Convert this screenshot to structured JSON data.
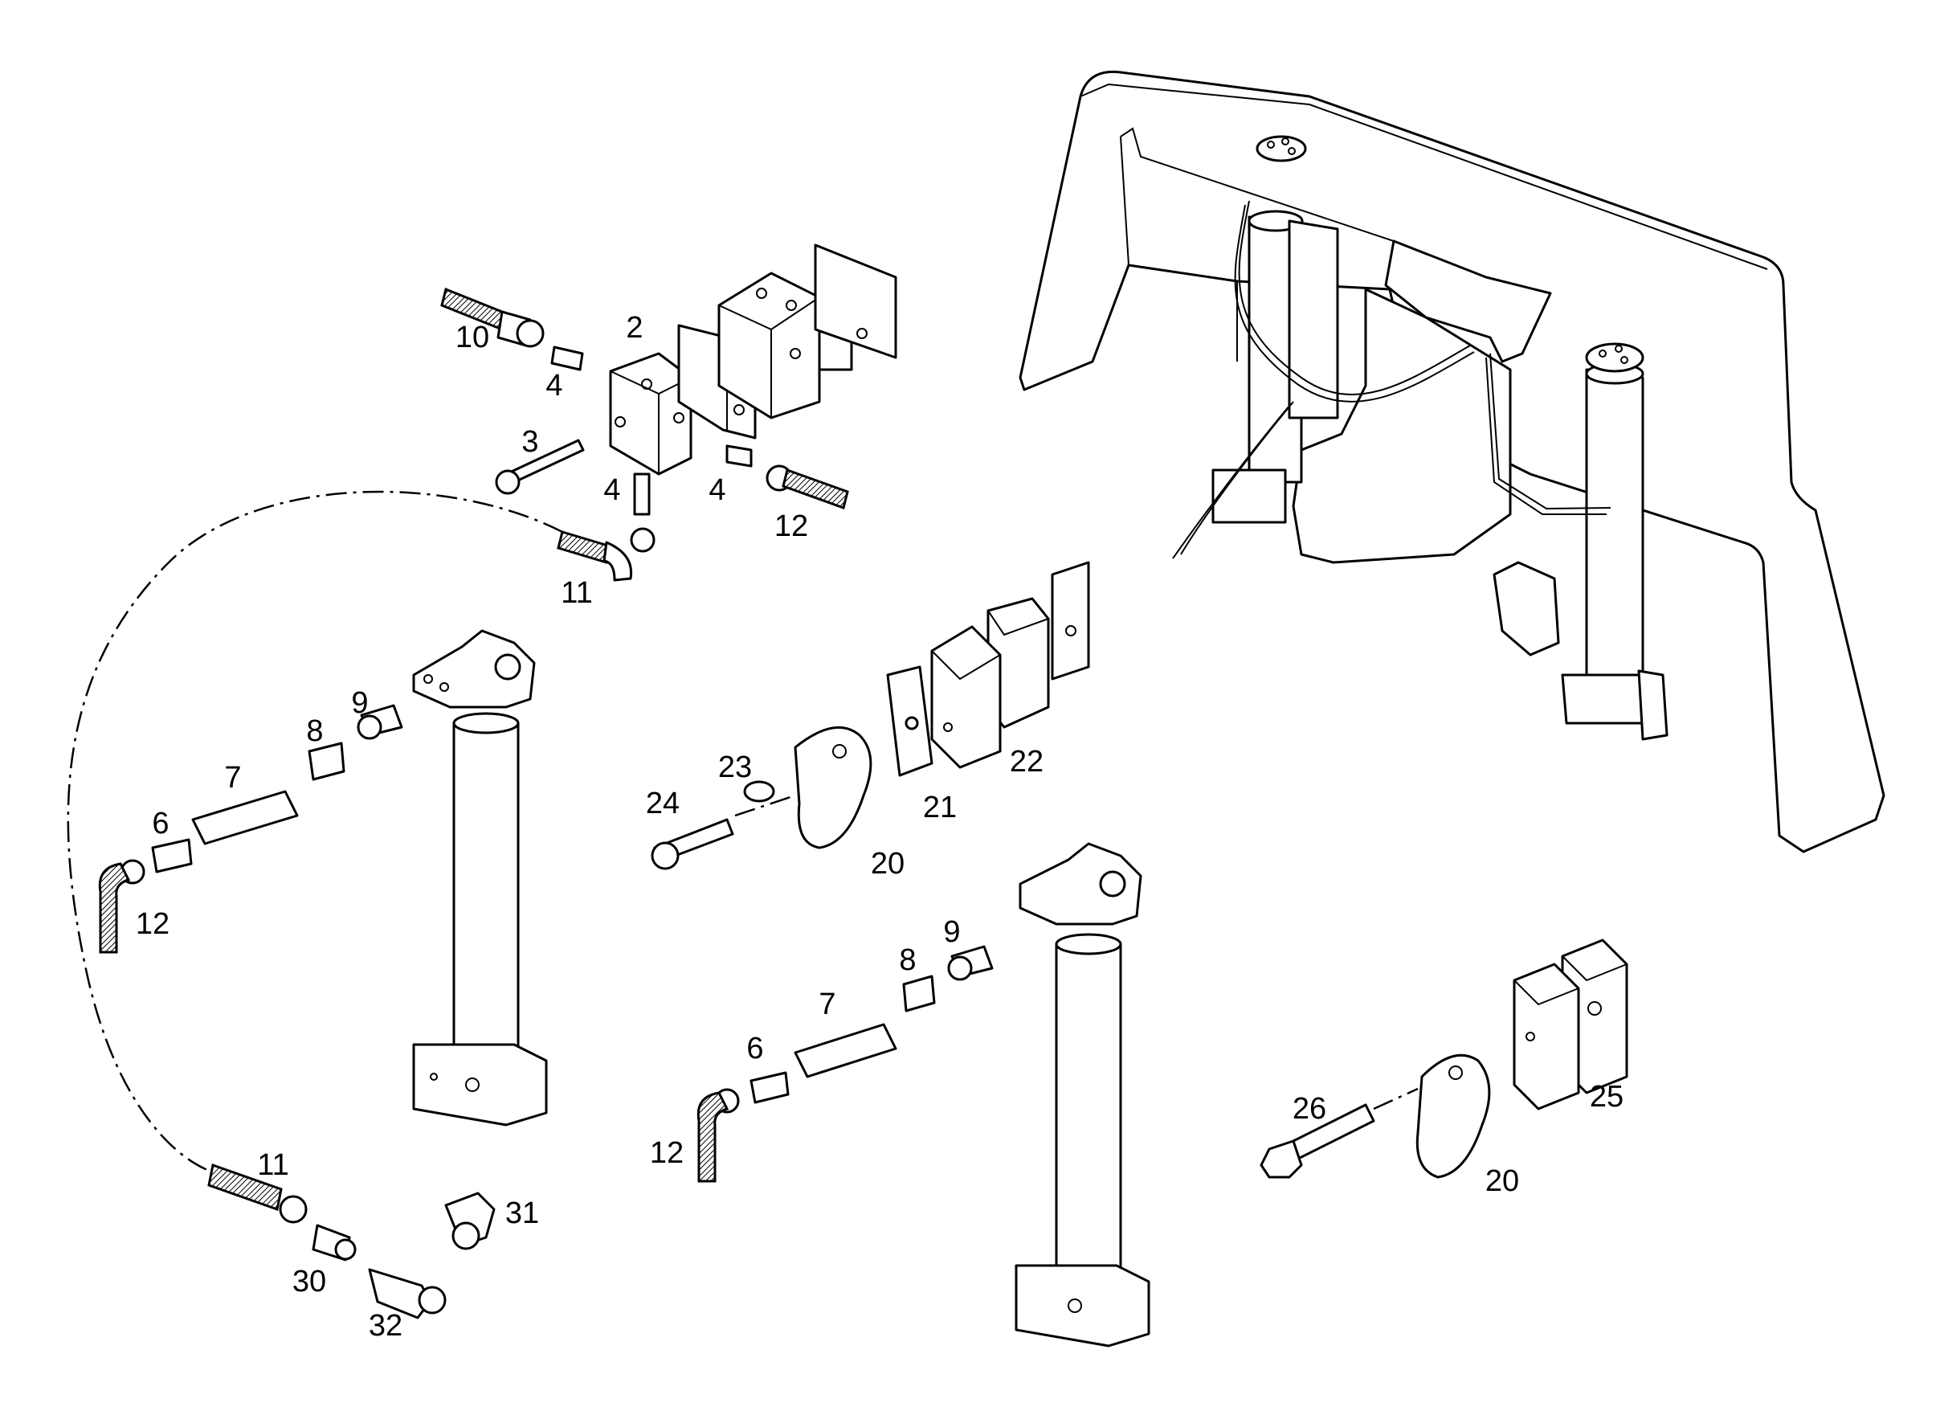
{
  "diagram": {
    "callouts": [
      {
        "id": "c2",
        "label": "2"
      },
      {
        "id": "c3",
        "label": "3"
      },
      {
        "id": "c4a",
        "label": "4"
      },
      {
        "id": "c4b",
        "label": "4"
      },
      {
        "id": "c4c",
        "label": "4"
      },
      {
        "id": "c10",
        "label": "10"
      },
      {
        "id": "c11a",
        "label": "11"
      },
      {
        "id": "c12a",
        "label": "12"
      },
      {
        "id": "c9a",
        "label": "9"
      },
      {
        "id": "c8a",
        "label": "8"
      },
      {
        "id": "c7a",
        "label": "7"
      },
      {
        "id": "c6a",
        "label": "6"
      },
      {
        "id": "c12b",
        "label": "12"
      },
      {
        "id": "c24",
        "label": "24"
      },
      {
        "id": "c23",
        "label": "23"
      },
      {
        "id": "c21",
        "label": "21"
      },
      {
        "id": "c22",
        "label": "22"
      },
      {
        "id": "c20a",
        "label": "20"
      },
      {
        "id": "c9b",
        "label": "9"
      },
      {
        "id": "c8b",
        "label": "8"
      },
      {
        "id": "c7b",
        "label": "7"
      },
      {
        "id": "c6b",
        "label": "6"
      },
      {
        "id": "c12c",
        "label": "12"
      },
      {
        "id": "c11b",
        "label": "11"
      },
      {
        "id": "c30",
        "label": "30"
      },
      {
        "id": "c31",
        "label": "31"
      },
      {
        "id": "c32",
        "label": "32"
      },
      {
        "id": "c26",
        "label": "26"
      },
      {
        "id": "c20b",
        "label": "20"
      },
      {
        "id": "c25",
        "label": "25"
      }
    ]
  }
}
